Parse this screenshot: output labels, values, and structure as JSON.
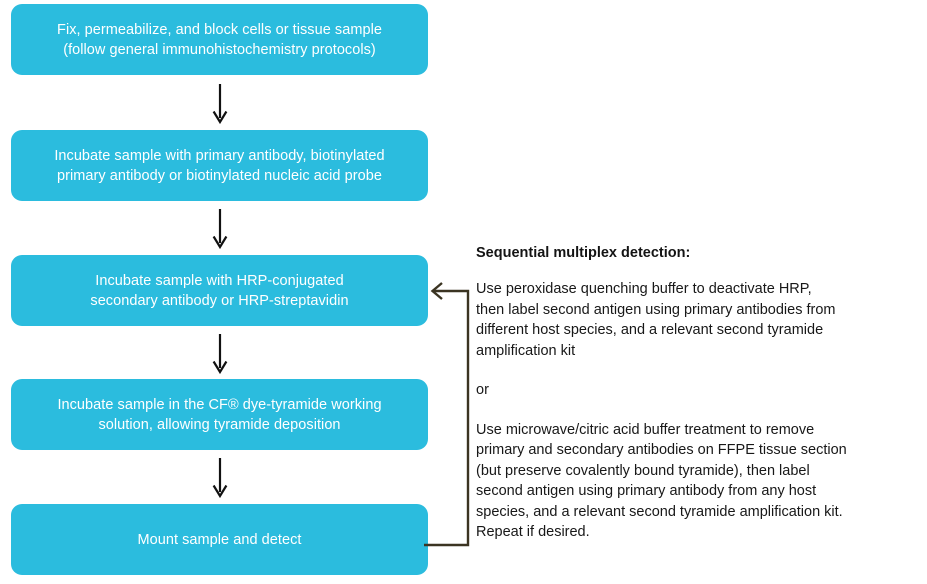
{
  "theme": {
    "box_fill": "#2bbcde",
    "box_text": "#ffffff",
    "page_bg": "#ffffff",
    "down_arrow_color": "#111111",
    "feedback_line_color": "#3b3422",
    "body_text": "#181818"
  },
  "flow": {
    "steps": [
      {
        "id": "fix-permeabilize-block",
        "text": "Fix, permeabilize, and block cells or tissue sample\n(follow general immunohistochemistry protocols)"
      },
      {
        "id": "incubate-primary-antibody",
        "text": "Incubate sample with primary antibody, biotinylated\nprimary antibody or biotinylated nucleic acid probe"
      },
      {
        "id": "incubate-hrp-secondary",
        "text": "Incubate sample with HRP-conjugated\nsecondary antibody or HRP-streptavidin"
      },
      {
        "id": "incubate-tyramide",
        "text": "Incubate sample in the CF® dye-tyramide working\nsolution, allowing tyramide deposition"
      },
      {
        "id": "mount-and-detect",
        "text": "Mount sample and detect"
      }
    ],
    "connector_arrow_labels": [
      "arrow-step1-to-step2",
      "arrow-step2-to-step3",
      "arrow-step3-to-step4",
      "arrow-step4-to-step5"
    ],
    "feedback_loop_label": "feedback-loop-mount-to-hrp-step"
  },
  "side_panel": {
    "heading": "Sequential multiplex detection:",
    "option_a": "Use peroxidase quenching buffer to deactivate HRP,\nthen label second antigen using primary antibodies from\ndifferent host species, and a relevant second tyramide\namplification kit",
    "separator": "or",
    "option_b": "Use microwave/citric acid buffer treatment to remove\nprimary and secondary antibodies on FFPE tissue section\n(but preserve covalently bound tyramide), then label\nsecond antigen using primary antibody from any host\nspecies, and a relevant second tyramide amplification kit.\nRepeat if desired."
  }
}
